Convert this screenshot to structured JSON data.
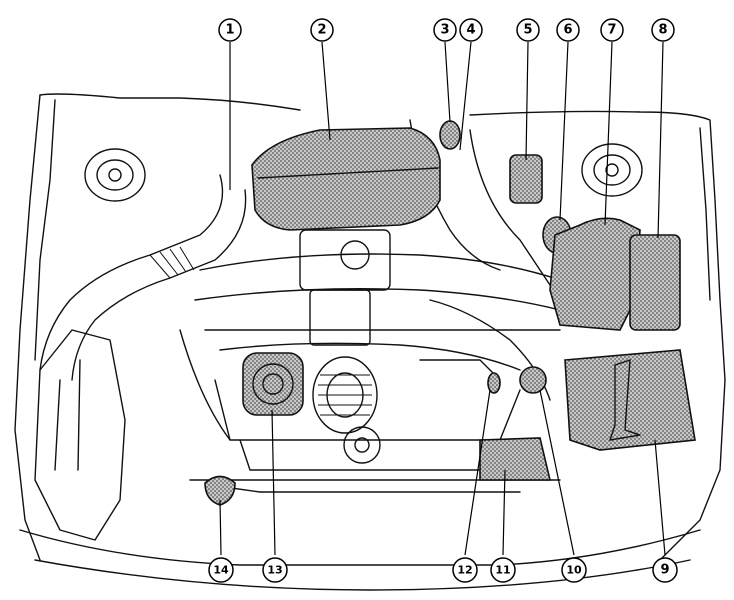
{
  "callouts_top": [
    {
      "number": "1"
    },
    {
      "number": "2"
    },
    {
      "number": "3"
    },
    {
      "number": "4"
    },
    {
      "number": "5"
    },
    {
      "number": "6"
    },
    {
      "number": "7"
    },
    {
      "number": "8"
    }
  ],
  "callouts_bottom": [
    {
      "number": "14"
    },
    {
      "number": "13"
    },
    {
      "number": "12"
    },
    {
      "number": "11"
    },
    {
      "number": "10"
    },
    {
      "number": "9"
    }
  ],
  "colors": {
    "line": "#111111",
    "shade": "#9a9a9a",
    "background": "#ffffff"
  }
}
